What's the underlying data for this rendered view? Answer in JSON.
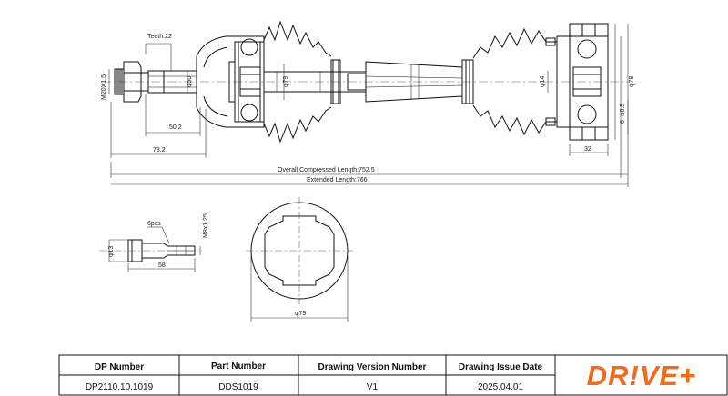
{
  "dimensions": {
    "teeth": "Teeth:22",
    "thread": "M20X1.5",
    "len_50_2": "50.2",
    "len_78_2": "78.2",
    "dia_50": "φ50",
    "dia_79": "φ79",
    "dia_14": "φ14",
    "dia_78": "φ78",
    "bolts": "6~φ8.5",
    "len_32": "32",
    "overall_compressed": "Overall Compressed Length:752.5",
    "extended": "Extended Length:766",
    "bolt_count": "6pcs",
    "bolt_thread": "M8x1.25",
    "bolt_dia": "φ13",
    "bolt_len": "58",
    "section_dia": "φ79"
  },
  "title_block": {
    "headers": [
      "DP Number",
      "Part Number",
      "Drawing Version Number",
      "Drawing Issue Date"
    ],
    "values": [
      "DP2110.10.1019",
      "DDS1019",
      "V1",
      "2025.04.01"
    ]
  },
  "brand": {
    "logo_text": "DR!VE+",
    "color": "#f26a1b"
  }
}
